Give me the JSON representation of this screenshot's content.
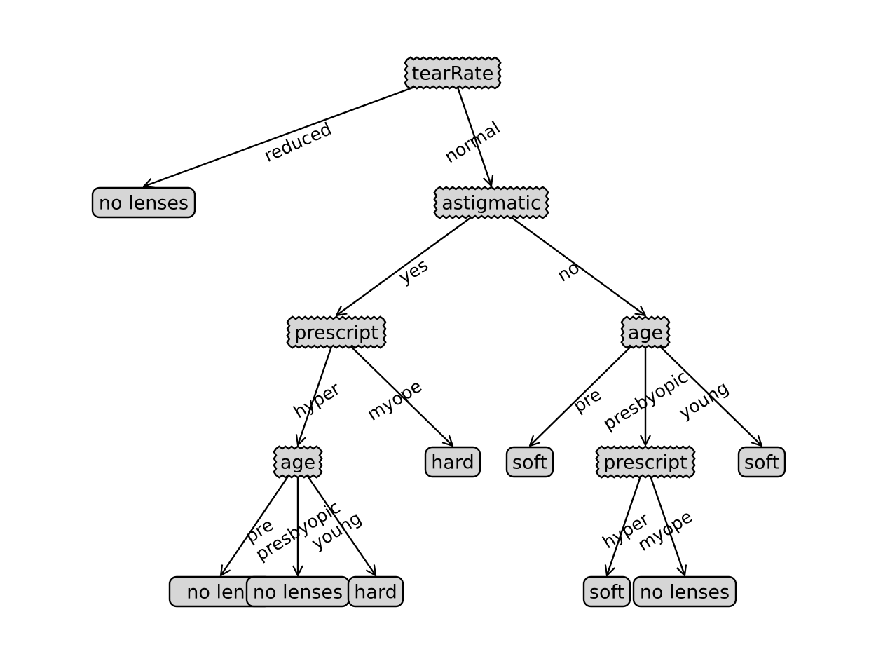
{
  "diagram": {
    "nodes": [
      {
        "id": "n_tearRate",
        "label": "tearRate",
        "kind": "decision"
      },
      {
        "id": "n_nolenses1",
        "label": "no lenses",
        "kind": "leaf"
      },
      {
        "id": "n_astigmatic",
        "label": "astigmatic",
        "kind": "decision"
      },
      {
        "id": "n_prescript1",
        "label": "prescript",
        "kind": "decision"
      },
      {
        "id": "n_age1",
        "label": "age",
        "kind": "decision"
      },
      {
        "id": "n_age2",
        "label": "age",
        "kind": "decision"
      },
      {
        "id": "n_hard1",
        "label": "hard",
        "kind": "leaf"
      },
      {
        "id": "n_soft1",
        "label": "soft",
        "kind": "leaf"
      },
      {
        "id": "n_prescript2",
        "label": "prescript",
        "kind": "decision"
      },
      {
        "id": "n_soft2",
        "label": "soft",
        "kind": "leaf"
      },
      {
        "id": "n_nolens_trunc",
        "label": "no lens",
        "kind": "leaf"
      },
      {
        "id": "n_nolenses2",
        "label": "no lenses",
        "kind": "leaf"
      },
      {
        "id": "n_hard2",
        "label": "hard",
        "kind": "leaf"
      },
      {
        "id": "n_soft3",
        "label": "soft",
        "kind": "leaf"
      },
      {
        "id": "n_nolenses3",
        "label": "no lenses",
        "kind": "leaf"
      }
    ],
    "edges": [
      {
        "from": "n_tearRate",
        "to": "n_nolenses1",
        "label": "reduced"
      },
      {
        "from": "n_tearRate",
        "to": "n_astigmatic",
        "label": "normal"
      },
      {
        "from": "n_astigmatic",
        "to": "n_prescript1",
        "label": "yes"
      },
      {
        "from": "n_astigmatic",
        "to": "n_age1",
        "label": "no"
      },
      {
        "from": "n_prescript1",
        "to": "n_age2",
        "label": "hyper"
      },
      {
        "from": "n_prescript1",
        "to": "n_hard1",
        "label": "myope"
      },
      {
        "from": "n_age1",
        "to": "n_soft1",
        "label": "pre"
      },
      {
        "from": "n_age1",
        "to": "n_prescript2",
        "label": "presbyopic"
      },
      {
        "from": "n_age1",
        "to": "n_soft2",
        "label": "young"
      },
      {
        "from": "n_age2",
        "to": "n_nolens_trunc",
        "label": "pre"
      },
      {
        "from": "n_age2",
        "to": "n_nolenses2",
        "label": "presbyopic"
      },
      {
        "from": "n_age2",
        "to": "n_hard2",
        "label": "young"
      },
      {
        "from": "n_prescript2",
        "to": "n_soft3",
        "label": "hyper"
      },
      {
        "from": "n_prescript2",
        "to": "n_nolenses3",
        "label": "myope"
      }
    ],
    "colors": {
      "node_fill": "#d6d6d6",
      "stroke": "#000000",
      "background": "#ffffff"
    }
  }
}
